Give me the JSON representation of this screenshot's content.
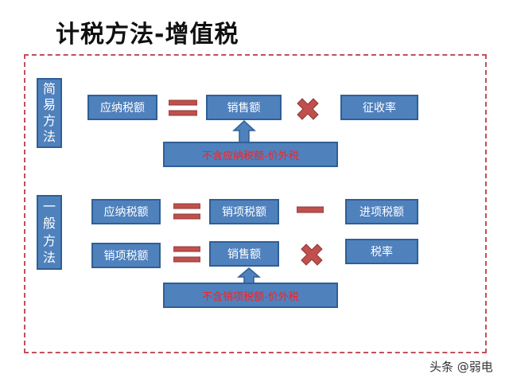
{
  "title": "计税方法-增值税",
  "simple_method": {
    "label": [
      "简",
      "易",
      "方",
      "法"
    ],
    "lhs": "应纳税额",
    "rhs_1": "销售额",
    "rhs_2": "征收率",
    "note": "不含应纳税额-价外税",
    "operators": [
      "equals",
      "multiply"
    ]
  },
  "general_method": {
    "label": [
      "一",
      "般",
      "方",
      "法"
    ],
    "row1": {
      "lhs": "应纳税额",
      "rhs_1": "销项税额",
      "rhs_2": "进项税额",
      "operators": [
        "equals",
        "minus"
      ]
    },
    "row2": {
      "lhs": "销项税额",
      "rhs_1": "销售额",
      "rhs_2": "税率",
      "operators": [
        "equals",
        "multiply"
      ]
    },
    "note": "不含销项税额-价外税"
  },
  "colors": {
    "box_fill": "#4f81bd",
    "box_border": "#2f5f95",
    "operator": "#c0504d",
    "note_text": "#ff1f1f",
    "frame": "#c0505a"
  },
  "watermark": "头条 @弱电"
}
